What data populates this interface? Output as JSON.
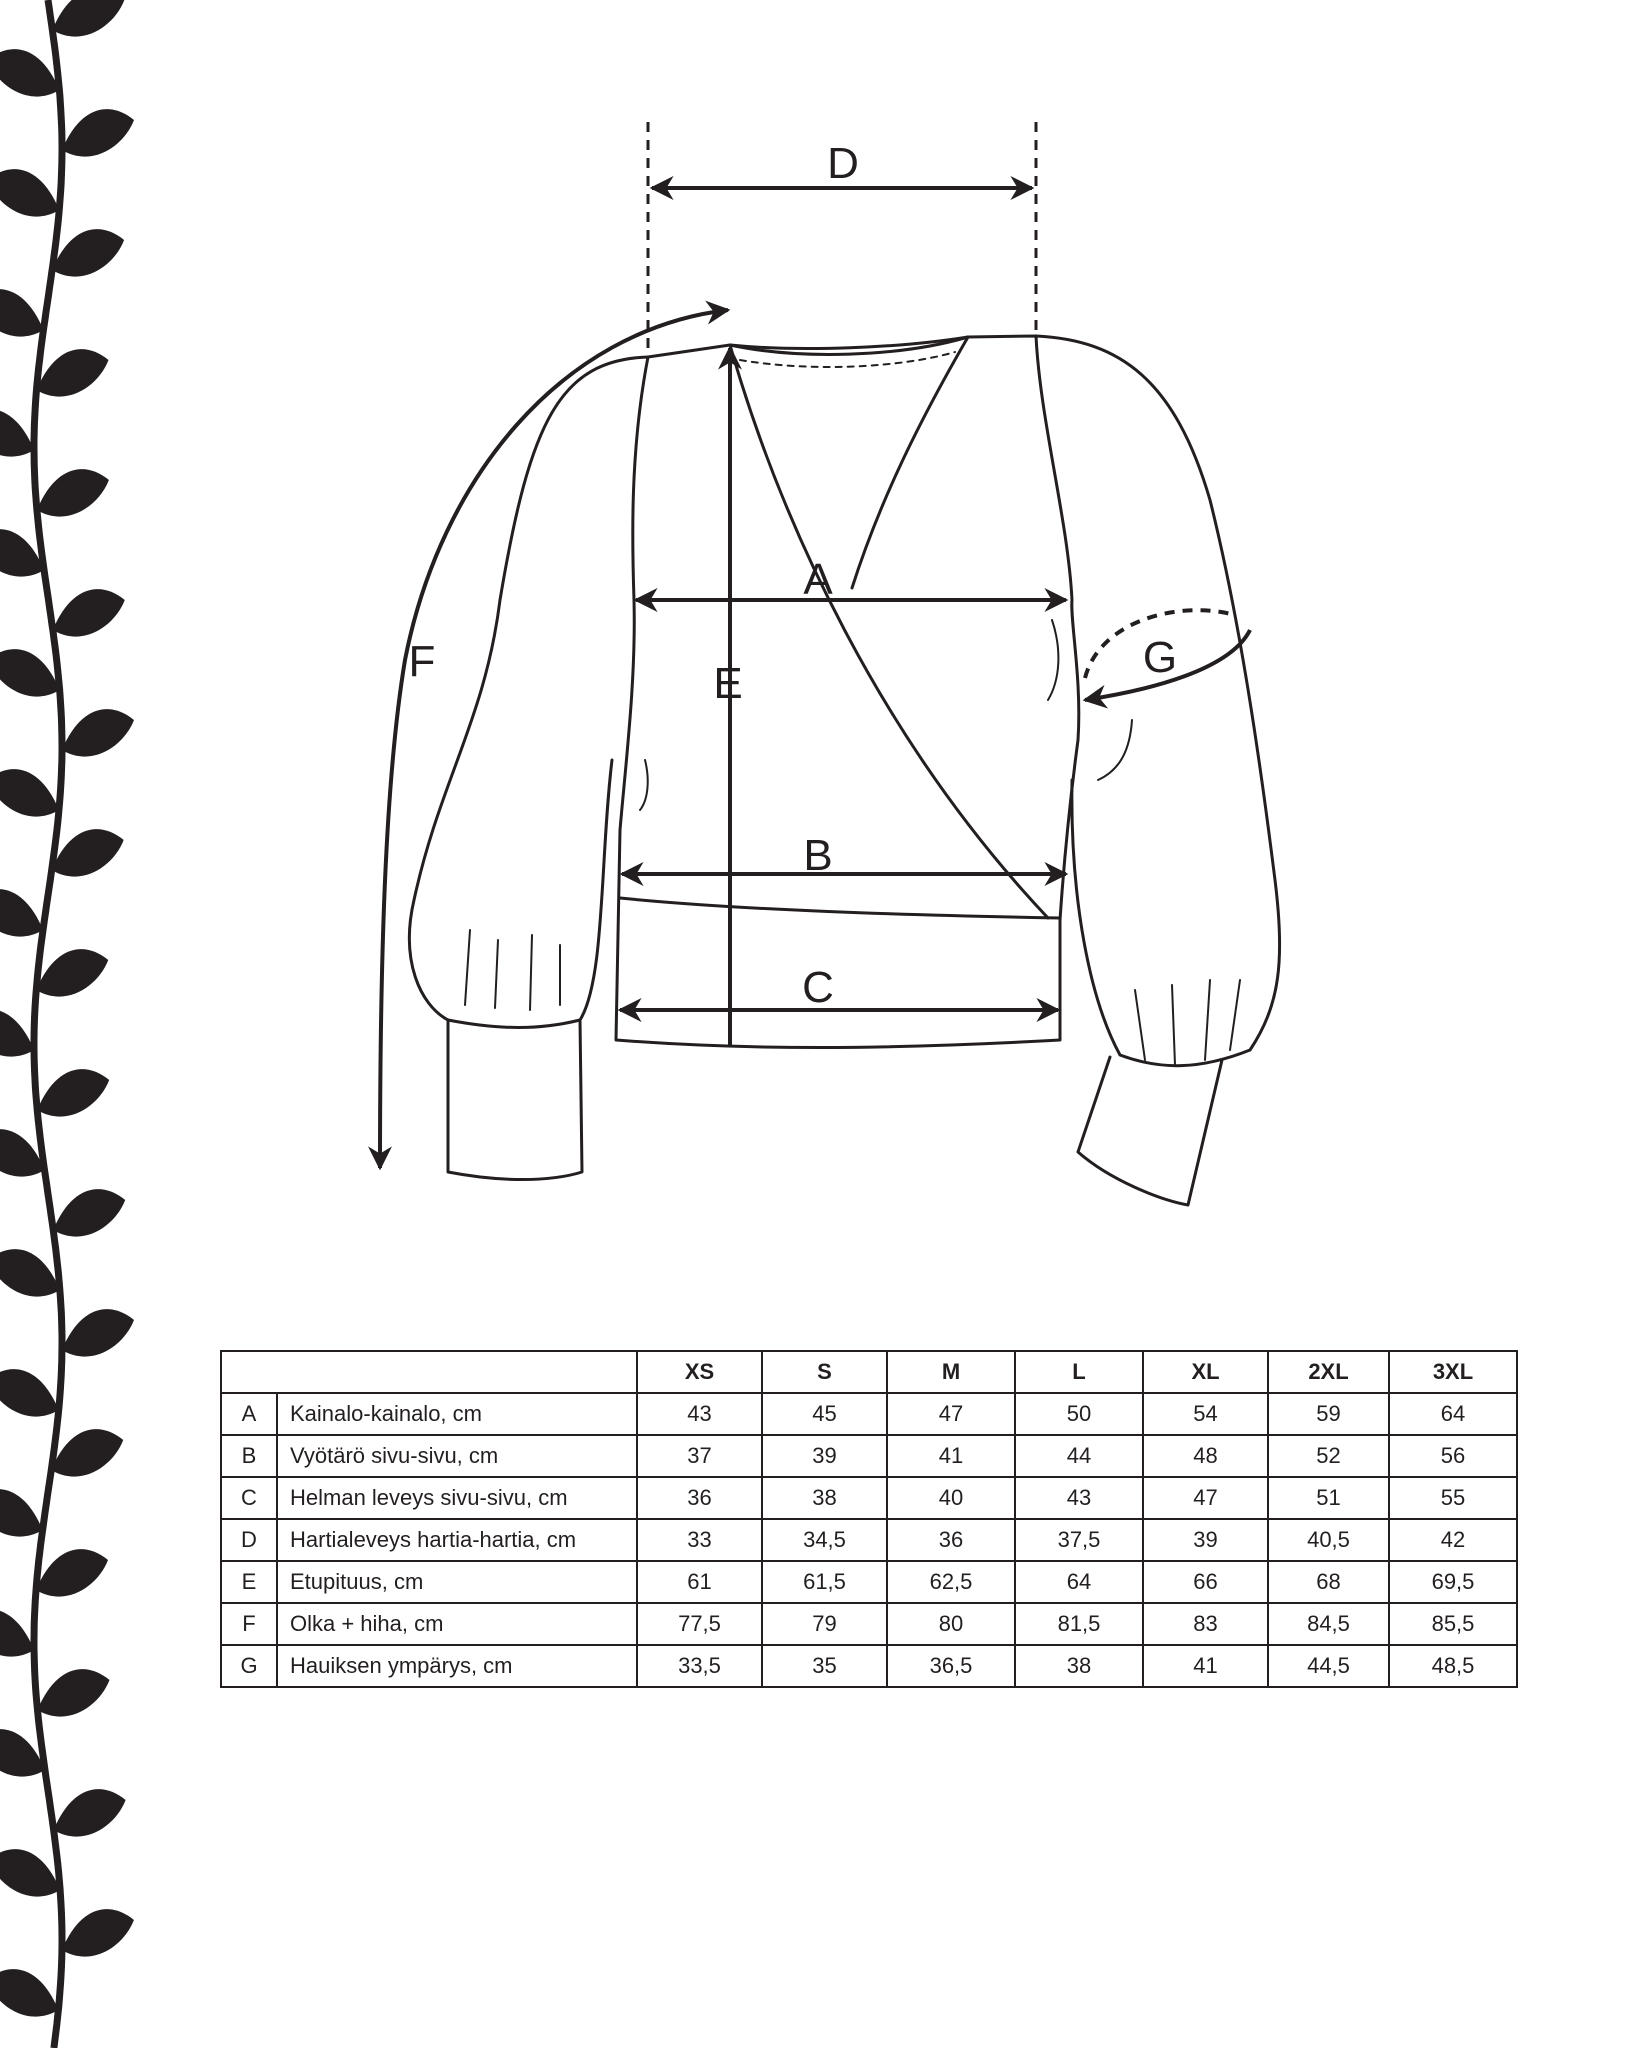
{
  "diagram": {
    "labels": {
      "A": "A",
      "B": "B",
      "C": "C",
      "D": "D",
      "E": "E",
      "F": "F",
      "G": "G"
    }
  },
  "table": {
    "sizes": [
      "XS",
      "S",
      "M",
      "L",
      "XL",
      "2XL",
      "3XL"
    ],
    "rows": [
      {
        "code": "A",
        "label": "Kainalo-kainalo, cm",
        "values": [
          "43",
          "45",
          "47",
          "50",
          "54",
          "59",
          "64"
        ]
      },
      {
        "code": "B",
        "label": "Vyötärö sivu-sivu, cm",
        "values": [
          "37",
          "39",
          "41",
          "44",
          "48",
          "52",
          "56"
        ]
      },
      {
        "code": "C",
        "label": "Helman leveys sivu-sivu, cm",
        "values": [
          "36",
          "38",
          "40",
          "43",
          "47",
          "51",
          "55"
        ]
      },
      {
        "code": "D",
        "label": "Hartialeveys hartia-hartia, cm",
        "values": [
          "33",
          "34,5",
          "36",
          "37,5",
          "39",
          "40,5",
          "42"
        ]
      },
      {
        "code": "E",
        "label": "Etupituus, cm",
        "values": [
          "61",
          "61,5",
          "62,5",
          "64",
          "66",
          "68",
          "69,5"
        ]
      },
      {
        "code": "F",
        "label": "Olka + hiha, cm",
        "values": [
          "77,5",
          "79",
          "80",
          "81,5",
          "83",
          "84,5",
          "85,5"
        ]
      },
      {
        "code": "G",
        "label": "Hauiksen ympärys, cm",
        "values": [
          "33,5",
          "35",
          "36,5",
          "38",
          "41",
          "44,5",
          "48,5"
        ]
      }
    ]
  }
}
